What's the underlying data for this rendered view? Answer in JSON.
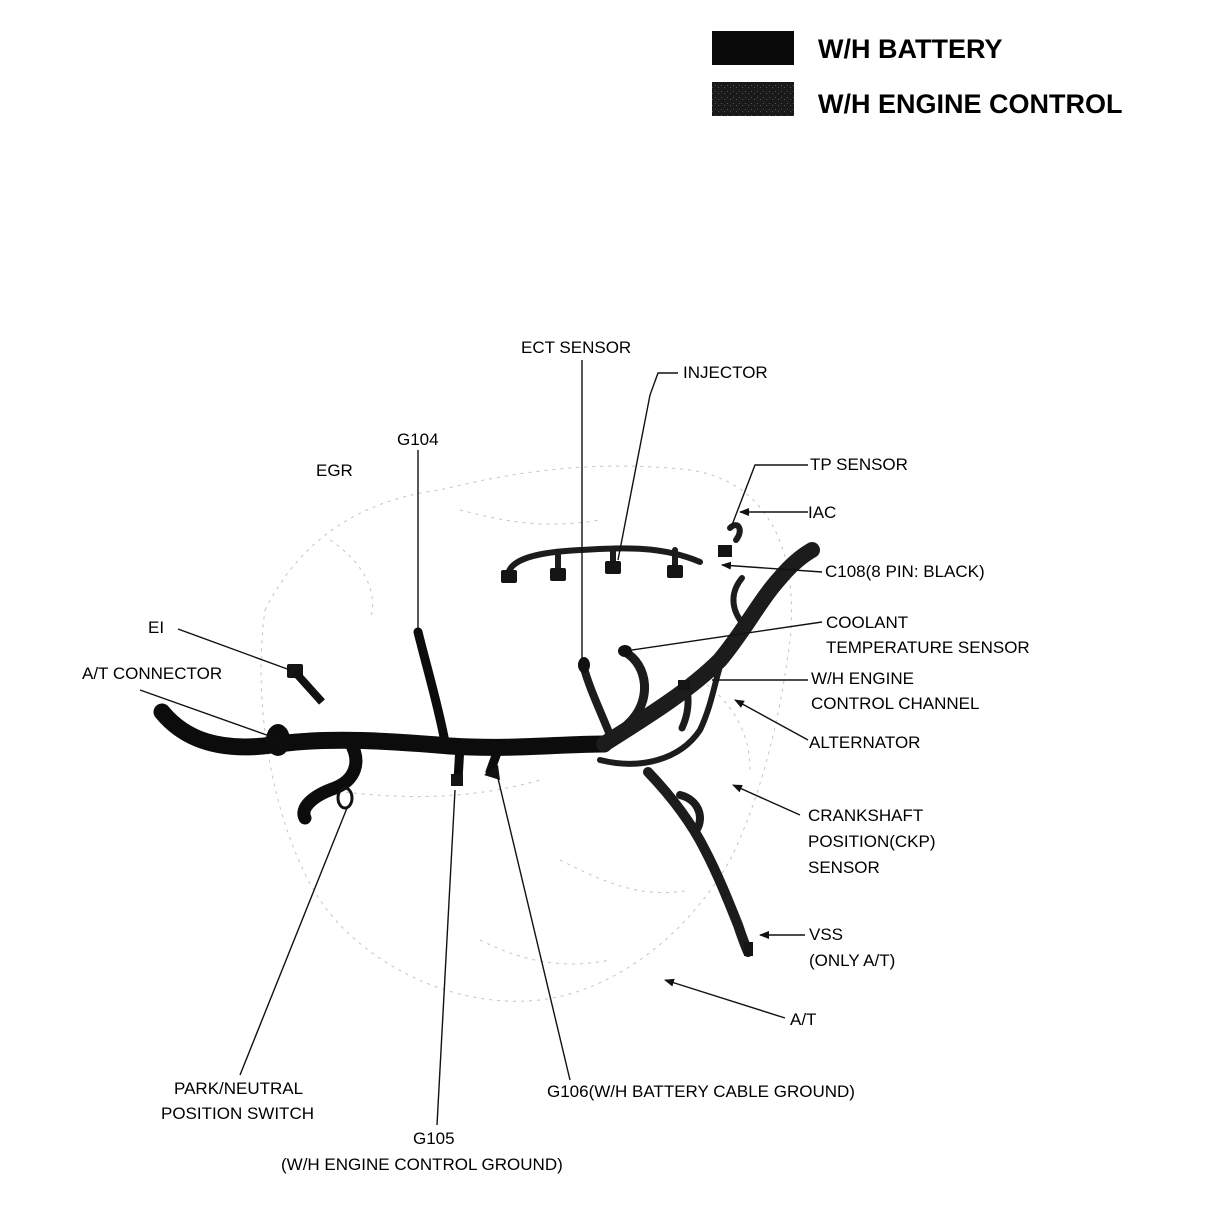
{
  "legend": {
    "items": [
      {
        "label": "W/H BATTERY",
        "color": "#0a0a0a"
      },
      {
        "label": "W/H ENGINE CONTROL",
        "color": "#2a2a2a"
      }
    ]
  },
  "labels": {
    "ect_sensor": "ECT SENSOR",
    "injector": "INJECTOR",
    "g104": "G104",
    "egr": "EGR",
    "tp_sensor": "TP SENSOR",
    "iac": "IAC",
    "c108": "C108(8 PIN: BLACK)",
    "ei": "EI",
    "at_connector": "A/T CONNECTOR",
    "coolant_temp_sensor": [
      "COOLANT",
      "TEMPERATURE SENSOR"
    ],
    "wh_engine_control_channel": [
      "W/H ENGINE",
      "CONTROL CHANNEL"
    ],
    "alternator": "ALTERNATOR",
    "ckp_sensor": [
      "CRANKSHAFT",
      "POSITION(CKP)",
      "SENSOR"
    ],
    "vss": [
      "VSS",
      "(ONLY A/T)"
    ],
    "at": "A/T",
    "park_neutral_switch": [
      "PARK/NEUTRAL",
      "POSITION SWITCH"
    ],
    "g106": "G106(W/H BATTERY CABLE GROUND)",
    "g105": [
      "G105",
      "(W/H ENGINE CONTROL GROUND)"
    ]
  }
}
